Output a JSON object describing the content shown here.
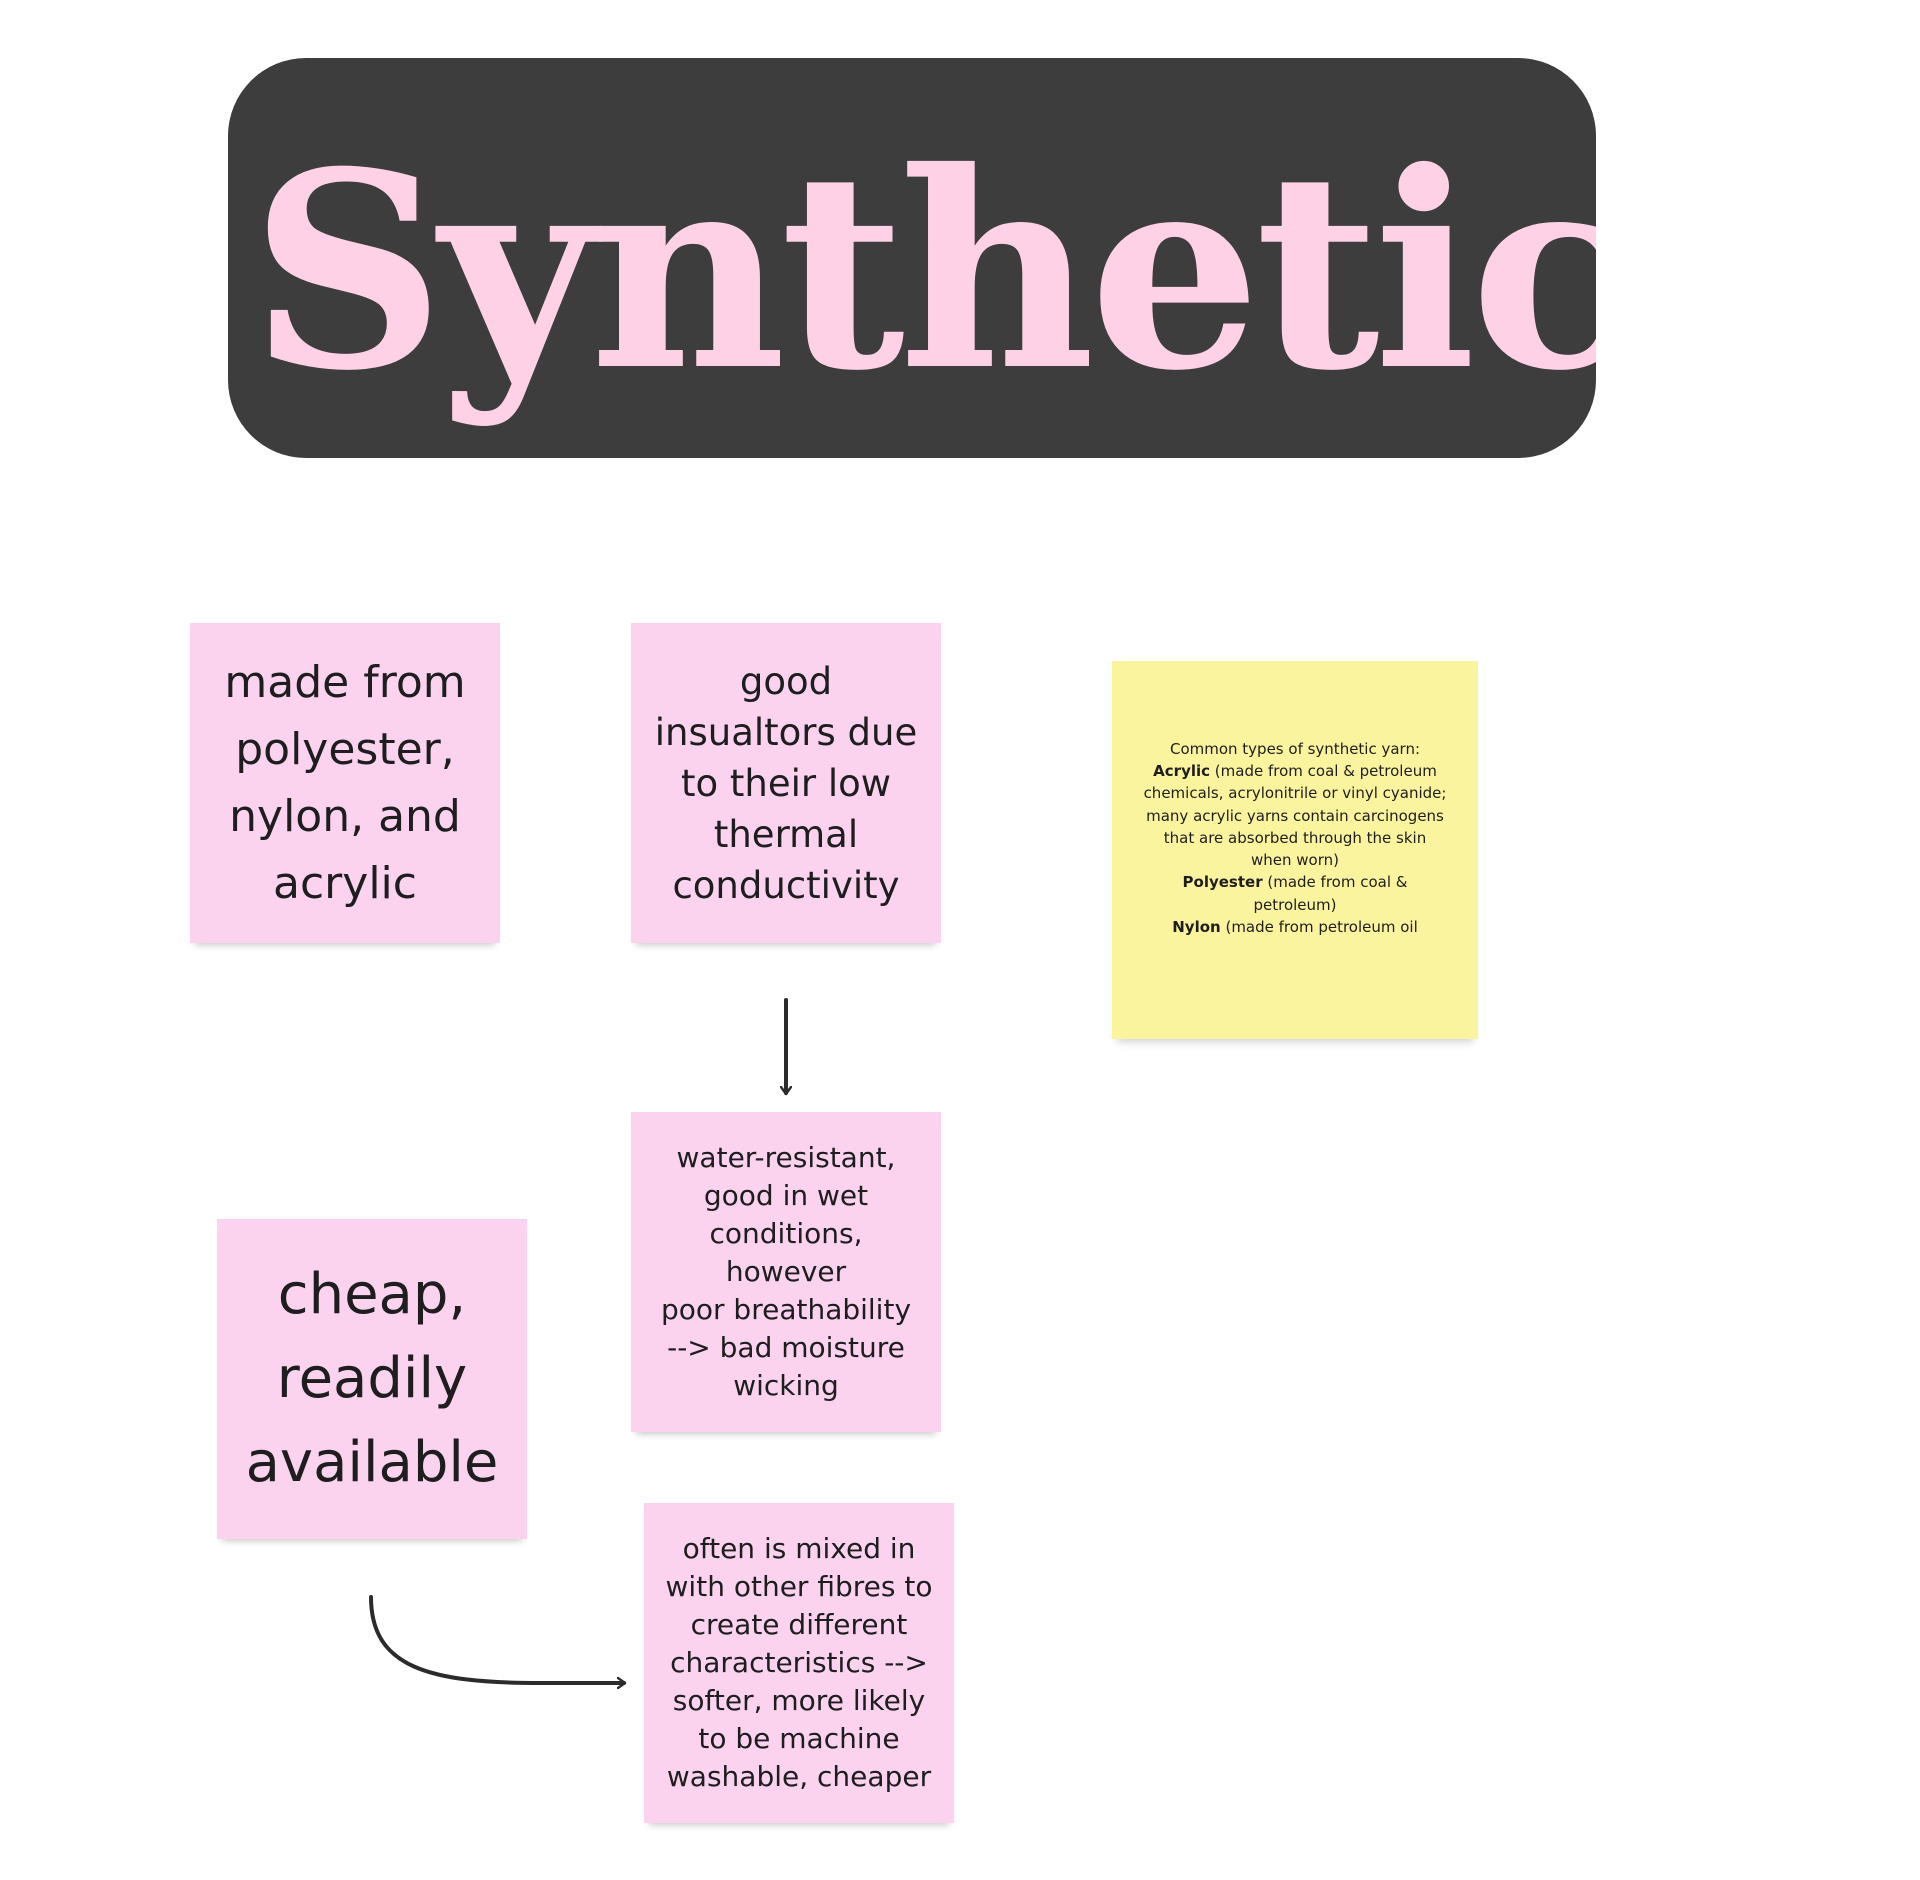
{
  "title": "Synthetic",
  "colors": {
    "banner": "#3d3d3d",
    "title_text": "#ffd1e6",
    "sticky_pink": "#fbd3ef",
    "sticky_yellow": "#fbf49e",
    "connector": "#2b2b2b"
  },
  "notes": {
    "made_from": [
      "made from",
      "polyester,",
      "nylon, and",
      "acrylic"
    ],
    "insulators": [
      "good",
      "insualtors due",
      "to their low",
      "thermal",
      "conductivity"
    ],
    "water_resistant": [
      "water-resistant,",
      "good in wet",
      "conditions, however",
      "poor breathability",
      "--> bad moisture",
      "wicking"
    ],
    "cheap": [
      "cheap,",
      "readily",
      "available"
    ],
    "mixed": [
      "often is mixed in",
      "with other fibres to",
      "create different",
      "characteristics -->",
      "softer, more likely",
      "to be machine",
      "washable, cheaper"
    ]
  },
  "yarn_note": {
    "heading": "Common types of synthetic yarn:",
    "acrylic_name": "Acrylic",
    "acrylic_desc": [
      " (made from coal & petroleum",
      "chemicals, acrylonitrile or vinyl cyanide;",
      "many acrylic yarns contain carcinogens",
      "that are absorbed through the skin",
      "when worn)"
    ],
    "polyester_name": "Polyester",
    "polyester_desc": [
      " (made from coal &",
      "petroleum)"
    ],
    "nylon_name": "Nylon",
    "nylon_desc": " (made from petroleum oil"
  },
  "connectors": [
    {
      "from": "insulators",
      "to": "water_resistant",
      "shape": "straight"
    },
    {
      "from": "cheap",
      "to": "mixed",
      "shape": "curved"
    }
  ]
}
